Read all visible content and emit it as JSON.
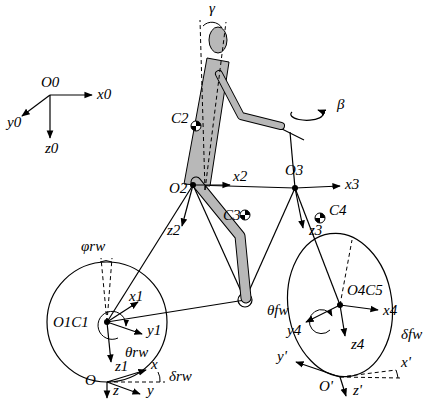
{
  "diagram": {
    "labels": [
      "γ",
      "C2",
      "β",
      "O2",
      "x2",
      "O3",
      "x3",
      "C3",
      "C4",
      "O0",
      "x0",
      "y0",
      "z0",
      "φrw",
      "z2",
      "z3",
      "x1",
      "O1C1",
      "y1",
      "θrw",
      "z1",
      "O4C5",
      "θfw",
      "y4",
      "x4",
      "z4",
      "y'",
      "O'",
      "x'",
      "z'",
      "δfw",
      "O",
      "x",
      "δrw",
      "y",
      "z"
    ]
  }
}
